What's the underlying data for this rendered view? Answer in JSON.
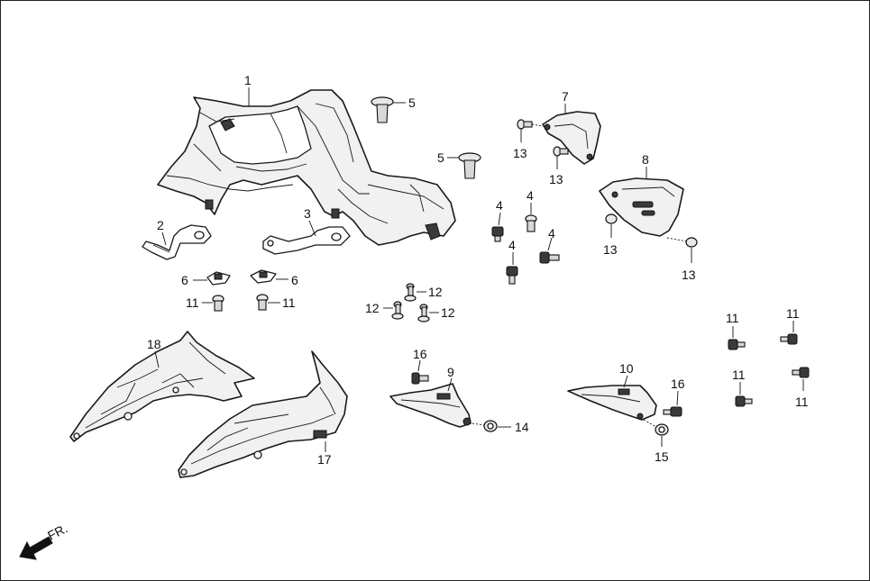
{
  "diagram": {
    "labels": {
      "l1": "1",
      "l2": "2",
      "l3": "3",
      "l4a": "4",
      "l4b": "4",
      "l4c": "4",
      "l4d": "4",
      "l5a": "5",
      "l5b": "5",
      "l6a": "6",
      "l6b": "6",
      "l7": "7",
      "l8": "8",
      "l9": "9",
      "l10": "10",
      "l11a": "11",
      "l11b": "11",
      "l11c": "11",
      "l11d": "11",
      "l11e": "11",
      "l11f": "11",
      "l12a": "12",
      "l12b": "12",
      "l12c": "12",
      "l13a": "13",
      "l13b": "13",
      "l13c": "13",
      "l13d": "13",
      "l14": "14",
      "l15": "15",
      "l16a": "16",
      "l16b": "16",
      "l17": "17",
      "l18": "18"
    },
    "front_indicator": "FR."
  }
}
